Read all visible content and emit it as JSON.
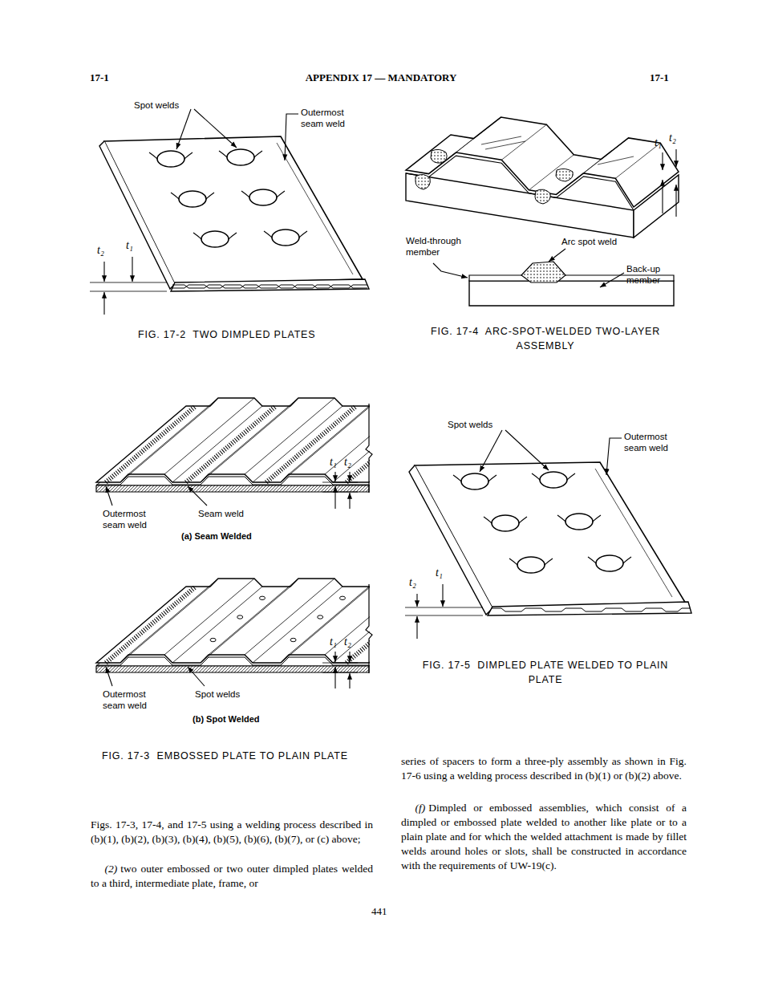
{
  "diagram": {
    "labels": [
      "17-1",
      "APPENDIX 17 — MANDATORY",
      "17-1",
      "Spot welds",
      "Outermost seam weld",
      "t₂",
      "t₁",
      "FIG. 17-2  TWO DIMPLED PLATES",
      "t₁",
      "t₂",
      "Weld-through member",
      "Arc spot weld",
      "Back-up member",
      "FIG. 17-4  ARC-SPOT-WELDED TWO-LAYER ASSEMBLY",
      "t₁",
      "t₂",
      "Outermost seam weld",
      "Seam weld",
      "(a) Seam Welded",
      "Spot welds",
      "Outermost seam weld",
      "t₂",
      "t₁",
      "FIG. 17-5  DIMPLED PLATE WELDED TO PLAIN PLATE",
      "t₁",
      "t₂",
      "Outermost seam weld",
      "Spot welds",
      "(b) Spot Welded",
      "FIG. 17-3  EMBOSSED PLATE TO PLAIN PLATE",
      "series of spacers to form a three-ply assembly as shown in Fig. 17-6 using a welding process described in (b)(1) or (b)(2) above.",
      "(f)",
      "Dimpled or embossed assemblies, which consist of a dimpled or embossed plate welded to another like plate or to a plain plate and for which the welded attachment is made by fillet welds around holes or slots, shall be constructed in accordance with the requirements of UW-19(c).",
      "Figs. 17-3, 17-4, and 17-5 using a welding process described in (b)(1), (b)(2), (b)(3), (b)(4), (b)(5), (b)(6), (b)(7), or (c) above;",
      "(2)",
      "two outer embossed or two outer dimpled plates welded to a third, intermediate plate, frame, or",
      "441"
    ]
  }
}
